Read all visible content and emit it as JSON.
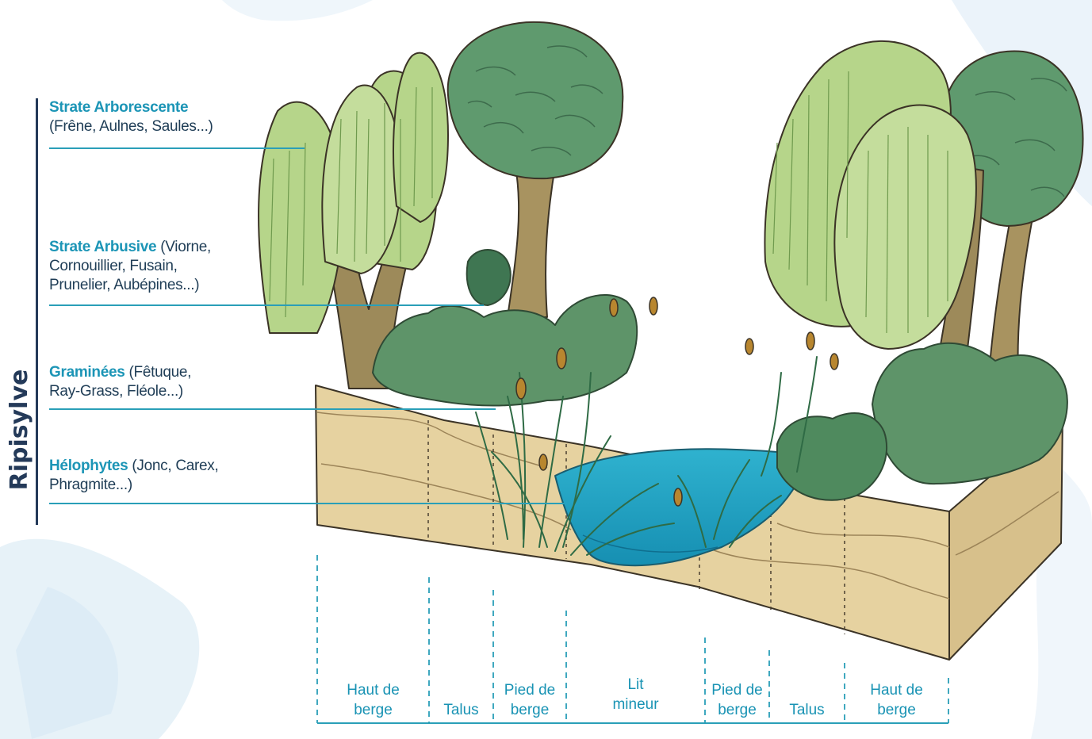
{
  "title": "Ripisylve",
  "strata": [
    {
      "name": "Strate Arborescente",
      "detail_lines": [
        "(Frêne, Aulnes, Saules...)"
      ]
    },
    {
      "name": "Strate Arbusive",
      "detail_lines": [
        " (Viorne,",
        "Cornouillier, Fusain,",
        "Prunelier, Aubépines...)"
      ]
    },
    {
      "name": "Graminées",
      "detail_lines": [
        " (Fêtuque,",
        "Ray-Grass, Fléole...)"
      ]
    },
    {
      "name": "Hélophytes",
      "detail_lines": [
        " (Jonc, Carex,",
        "Phragmite...)"
      ]
    }
  ],
  "zones": [
    {
      "line1": "Haut de",
      "line2": "berge"
    },
    {
      "line1": "Talus",
      "line2": ""
    },
    {
      "line1": "Pied de",
      "line2": "berge"
    },
    {
      "line1": "Lit",
      "line2": "mineur"
    },
    {
      "line1": "Pied de",
      "line2": "berge"
    },
    {
      "line1": "Talus",
      "line2": ""
    },
    {
      "line1": "Haut de",
      "line2": "berge"
    }
  ],
  "colors": {
    "title": "#243a59",
    "stratum_name": "#1c95b6",
    "leader_line": "#2a9fb8",
    "zone_text": "#1993b4",
    "water": "#1e9fbf",
    "soil": "#e6d2a0"
  }
}
